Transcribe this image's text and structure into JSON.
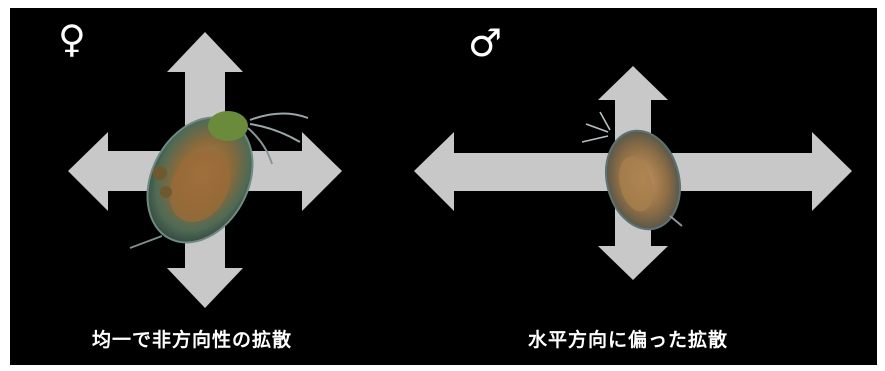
{
  "colors": {
    "background": "#000000",
    "arrow": "#c8c8c8",
    "text": "#ffffff"
  },
  "left_panel": {
    "symbol": "♀",
    "caption": "均一で非方向性の拡散",
    "image_subject": "daphnia-female"
  },
  "right_panel": {
    "symbol": "♂",
    "caption": "水平方向に偏った拡散",
    "image_subject": "daphnia-male"
  }
}
